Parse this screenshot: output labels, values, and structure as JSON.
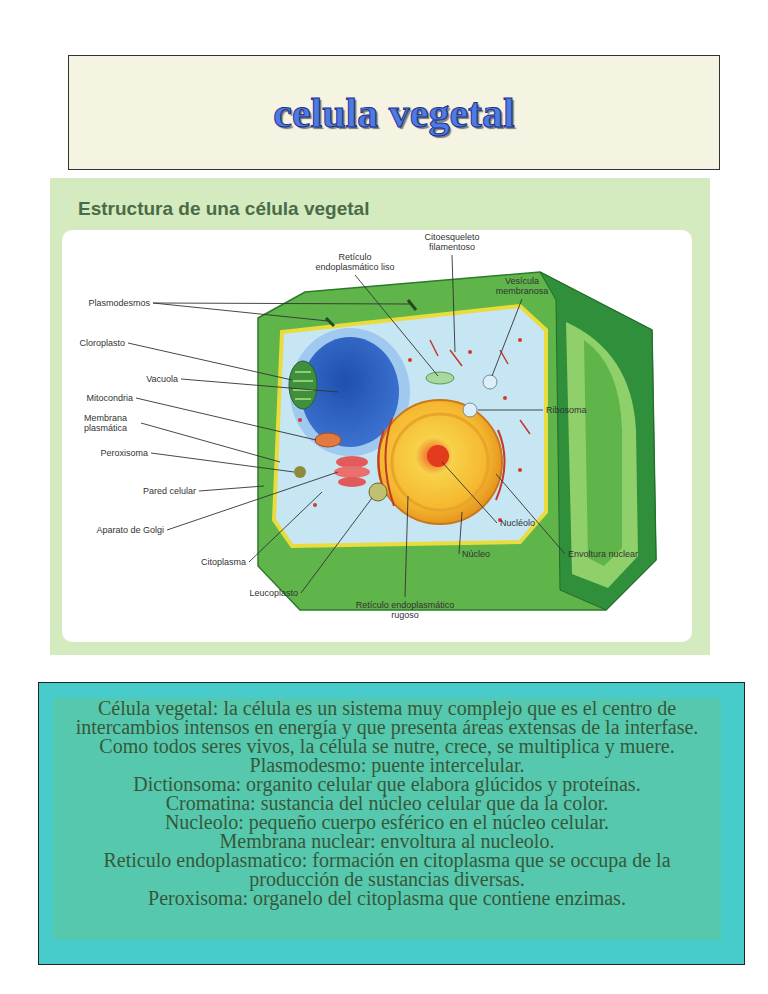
{
  "diagram": {
    "title": "celula vegetal",
    "nodes": [
      {
        "text": [
          "Estructura de una célula vegetal"
        ]
      },
      {
        "text": [
          "Célula vegetal: la célula es un sistema muy complejo que es el centro de intercambios intensos en energía y que presenta áreas extensas de la interfase. Como todos seres vivos, la célula se nutre, crece, se multiplica y muere.",
          "Plasmodesmo: puente intercelular.",
          "Dictionsoma: organito celular que elabora glúcidos y proteínas.",
          "Cromatina: sustancia del núcleo celular que da la color.",
          "Nucleolo: pequeño cuerpo esférico en el núcleo celular.",
          "Membrana nuclear: envoltura al nucleolo.",
          "Reticulo endoplasmatico: formación en citoplasma que se occupa de la producción de sustancias diversas.",
          "Peroxisoma: organelo del citoplasma que contiene enzimas."
        ]
      }
    ],
    "labels": [
      "Citoesqueleto filamentoso",
      "Retículo endoplasmático liso",
      "Vesícula membranosa",
      "Plasmodesmos",
      "Cloroplasto",
      "Vacuola",
      "Mitocondria",
      "Membrana plasmática",
      "Peroxisoma",
      "Pared celular",
      "Aparato de Golgi",
      "Citoplasma",
      "Leucoplasto",
      "Retículo endoplasmático rugoso",
      "Ribosoma",
      "Nucléolo",
      "Núcleo",
      "Envoltura nuclear"
    ]
  }
}
